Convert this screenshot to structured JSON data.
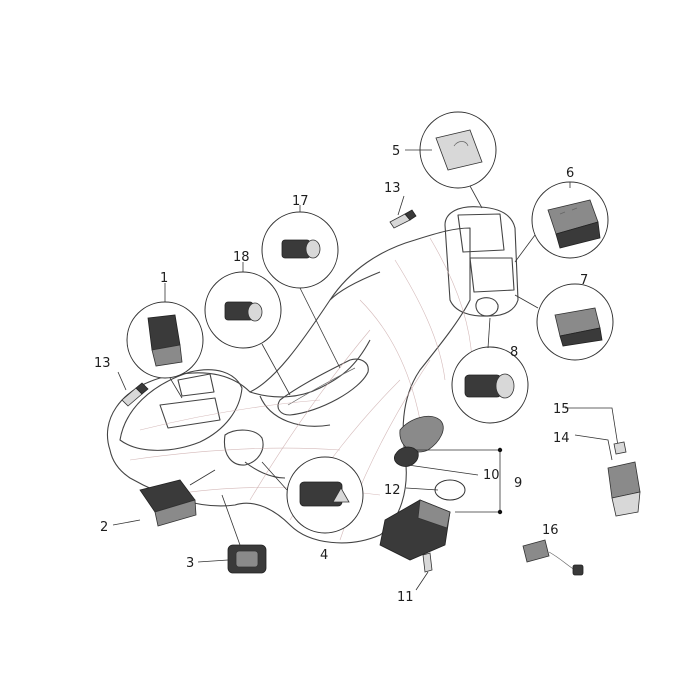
{
  "callouts": [
    {
      "id": "label-1",
      "text": "1"
    },
    {
      "id": "label-2",
      "text": "2"
    },
    {
      "id": "label-3",
      "text": "3"
    },
    {
      "id": "label-4",
      "text": "4"
    },
    {
      "id": "label-5",
      "text": "5"
    },
    {
      "id": "label-6",
      "text": "6"
    },
    {
      "id": "label-7",
      "text": "7"
    },
    {
      "id": "label-8",
      "text": "8"
    },
    {
      "id": "label-9",
      "text": "9"
    },
    {
      "id": "label-10",
      "text": "10"
    },
    {
      "id": "label-11",
      "text": "11"
    },
    {
      "id": "label-12",
      "text": "12"
    },
    {
      "id": "label-13a",
      "text": "13"
    },
    {
      "id": "label-13b",
      "text": "13"
    },
    {
      "id": "label-14",
      "text": "14"
    },
    {
      "id": "label-15",
      "text": "15"
    },
    {
      "id": "label-16",
      "text": "16"
    },
    {
      "id": "label-17",
      "text": "17"
    },
    {
      "id": "label-18",
      "text": "18"
    }
  ]
}
